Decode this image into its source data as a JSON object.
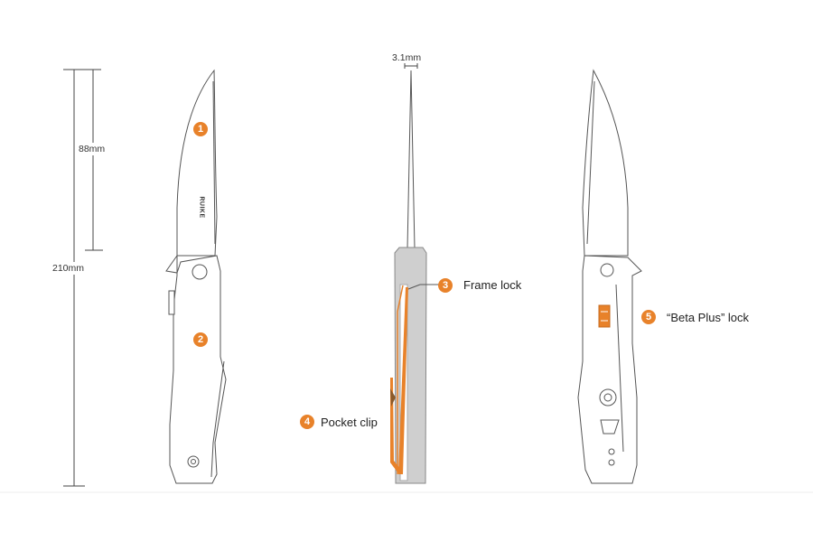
{
  "dimensions": {
    "blade_length": "88mm",
    "overall_length": "210mm",
    "blade_thickness": "3.1mm"
  },
  "callouts": [
    {
      "number": "1",
      "label": ""
    },
    {
      "number": "2",
      "label": ""
    },
    {
      "number": "3",
      "label": "Frame lock"
    },
    {
      "number": "4",
      "label": "Pocket clip"
    },
    {
      "number": "5",
      "label": "“Beta Plus” lock"
    }
  ],
  "brand_logo": "RUIKE",
  "colors": {
    "accent": "#e8822a",
    "outline": "#555555",
    "frame": "#cfcfcf"
  }
}
